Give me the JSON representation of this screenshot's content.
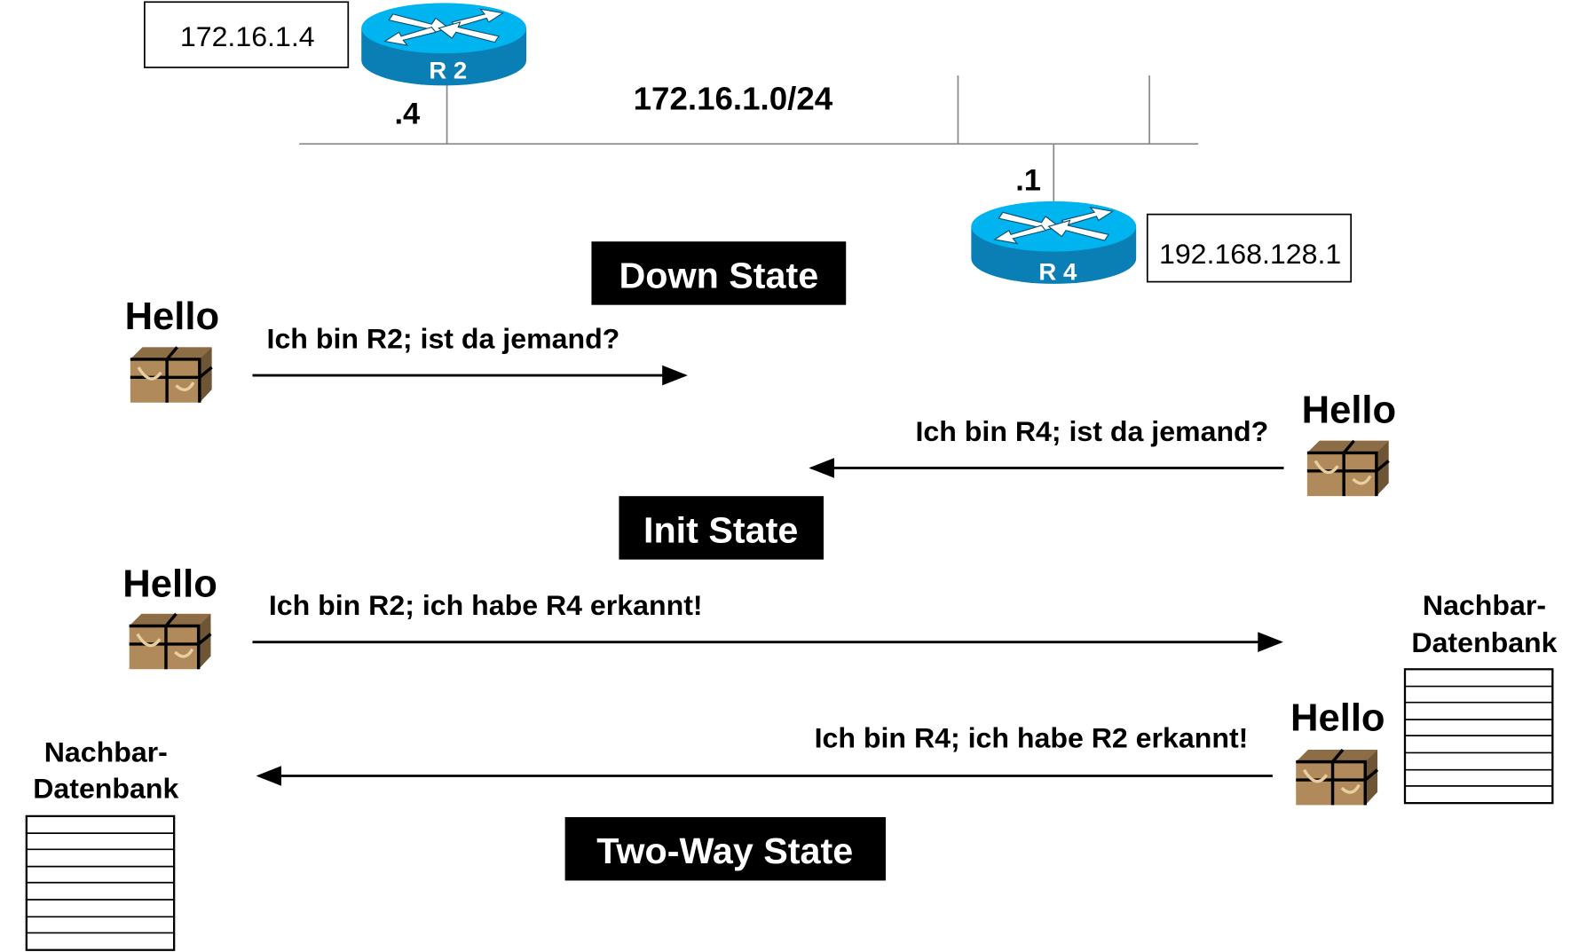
{
  "network": {
    "subnet": "172.16.1.0/24",
    "r2": {
      "label": "R 2",
      "ip_box": "172.16.1.4",
      "interface": ".4"
    },
    "r4": {
      "label": "R 4",
      "ip_box": "192.168.128.1",
      "interface": ".1"
    }
  },
  "states": {
    "down": "Down State",
    "init": "Init State",
    "two_way": "Two-Way State"
  },
  "messages": [
    {
      "hello": "Hello",
      "text": "Ich bin R2; ist da jemand?"
    },
    {
      "hello": "Hello",
      "text": "Ich bin R4; ist da jemand?"
    },
    {
      "hello": "Hello",
      "text": "Ich bin R2; ich habe R4 erkannt!"
    },
    {
      "hello": "Hello",
      "text": "Ich bin R4; ich habe R2 erkannt!"
    }
  ],
  "neighbor_db": {
    "line1": "Nachbar-",
    "line2": "Datenbank"
  },
  "colors": {
    "router_top": "#00b4f0",
    "router_side": "#0a7fb5",
    "state_bg": "#000000",
    "package": "#b08a5a"
  }
}
